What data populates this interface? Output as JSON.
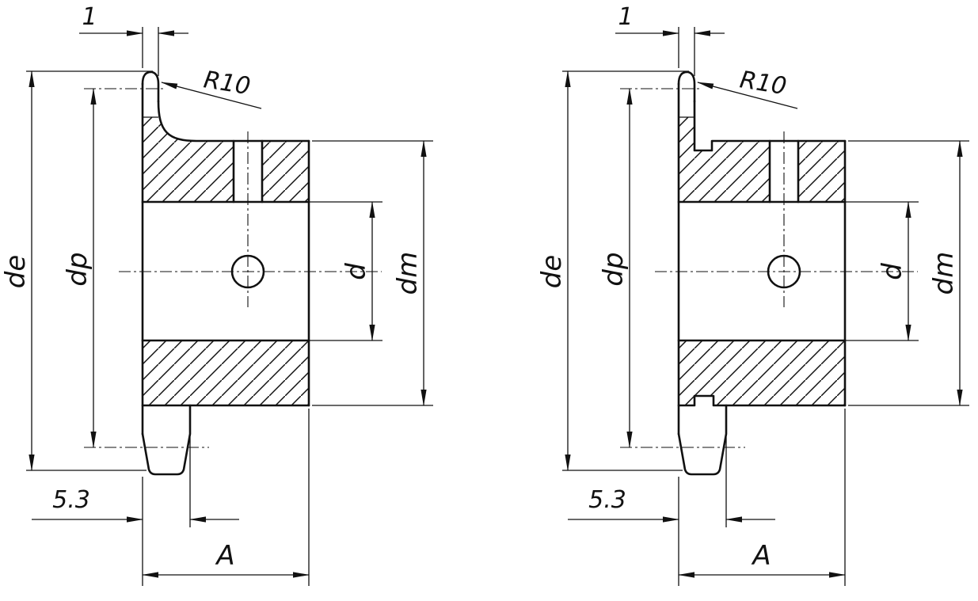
{
  "background_color": "#ffffff",
  "line_color": "#111111",
  "drawings": [
    {
      "id": "left-sprocket-section",
      "labels": {
        "tooth_tip_width": "1",
        "tip_radius": "R10",
        "outer_diameter": "de",
        "pitch_diameter": "dp",
        "bore_diameter": "d",
        "hub_diameter": "dm",
        "tooth_width": "5.3",
        "hub_length": "A"
      }
    },
    {
      "id": "right-sprocket-section",
      "labels": {
        "tooth_tip_width": "1",
        "tip_radius": "R10",
        "outer_diameter": "de",
        "pitch_diameter": "dp",
        "bore_diameter": "d",
        "hub_diameter": "dm",
        "tooth_width": "5.3",
        "hub_length": "A"
      }
    }
  ]
}
